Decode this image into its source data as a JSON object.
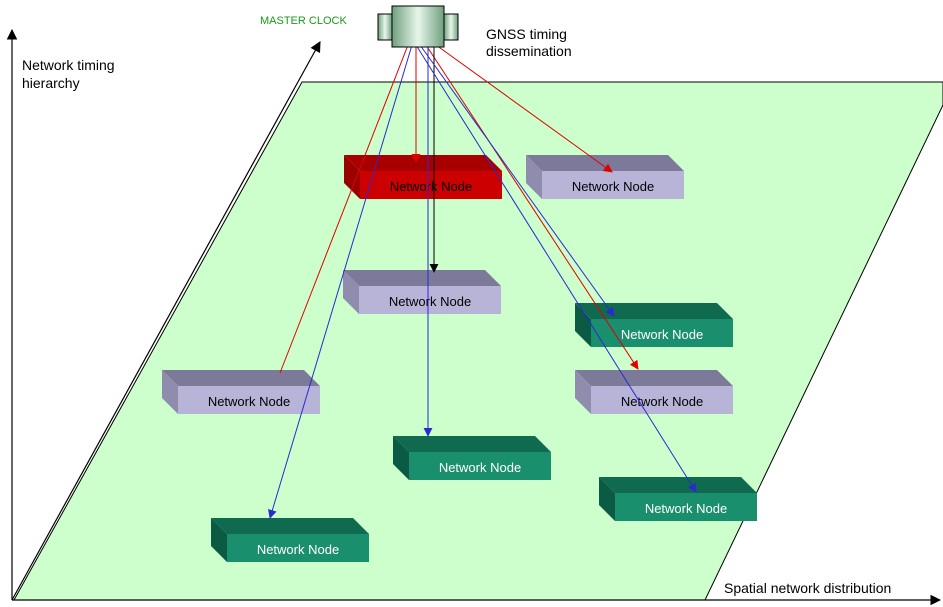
{
  "labels": {
    "master_clock": "MASTER CLOCK",
    "gnss_line1": "GNSS timing",
    "gnss_line2": "dissemination",
    "y_axis_line1": "Network timing",
    "y_axis_line2": "hierarchy",
    "x_axis": "Spatial network distribution"
  },
  "nodes": [
    {
      "label": "Network Node",
      "style": "red"
    },
    {
      "label": "Network Node",
      "style": "lavender"
    },
    {
      "label": "Network Node",
      "style": "lavender"
    },
    {
      "label": "Network Node",
      "style": "teal"
    },
    {
      "label": "Network Node",
      "style": "lavender"
    },
    {
      "label": "Network Node",
      "style": "lavender"
    },
    {
      "label": "Network Node",
      "style": "teal"
    },
    {
      "label": "Network Node",
      "style": "teal"
    },
    {
      "label": "Network Node",
      "style": "teal"
    }
  ],
  "colors": {
    "plane": "#ccffcc",
    "red_node": "#cc0000",
    "lavender_node": "#b8b4d8",
    "teal_node": "#1a8f6e",
    "arrow_red": "#e00000",
    "arrow_blue": "#2a2ad0",
    "arrow_black": "#000000"
  }
}
